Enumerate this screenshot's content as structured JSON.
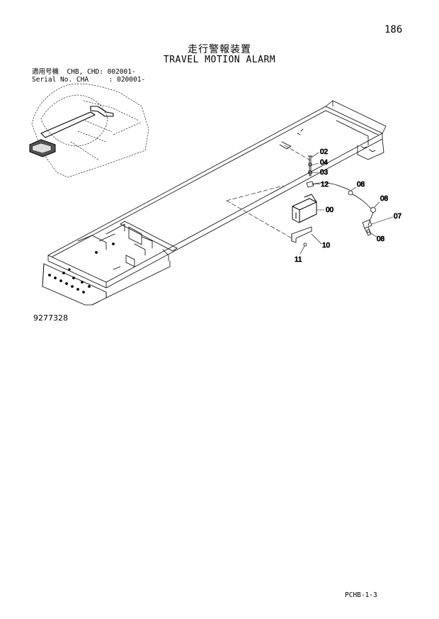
{
  "header": {
    "page_number": "186",
    "title_jp": "走行警報装置",
    "title_en": "TRAVEL MOTION ALARM",
    "serial_line1": "適用号機  CHB, CHD: 002001-",
    "serial_line2": "Serial No. CHA     : 020001-"
  },
  "figure": {
    "figure_number": "9277328",
    "callouts": {
      "c02": "02",
      "c04": "04",
      "c03": "03",
      "c12": "12",
      "c00": "00",
      "c08a": "08",
      "c08b": "08",
      "c07": "07",
      "c08c": "08",
      "c10": "10",
      "c11": "11"
    }
  },
  "footer": {
    "code": "PCHB-1-3"
  }
}
